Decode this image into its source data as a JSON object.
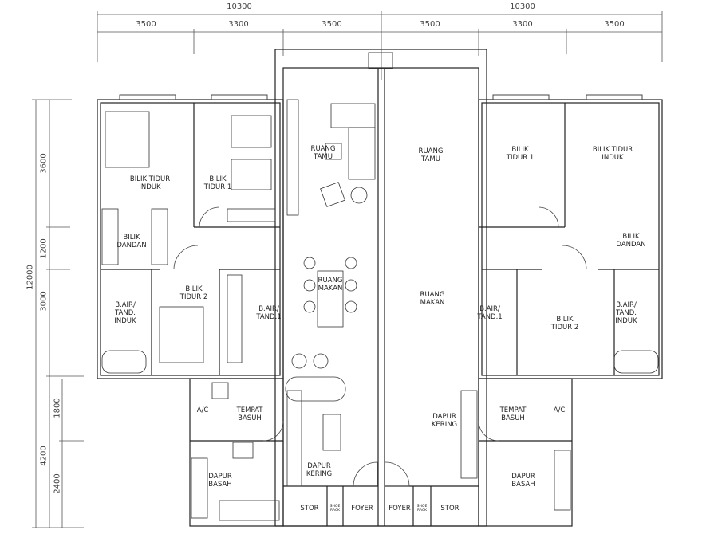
{
  "dimensions": {
    "top_total": [
      "10300",
      "10300"
    ],
    "top_spans": [
      "3500",
      "3300",
      "3500",
      "3500",
      "3300",
      "3500"
    ],
    "left_total": "12000",
    "left_spans": [
      "3600",
      "1200",
      "3000",
      "4200"
    ],
    "left_sub": [
      "1800",
      "2400"
    ]
  },
  "left_unit": {
    "rooms": [
      "BILIK TIDUR\nINDUK",
      "BILIK\nTIDUR 1",
      "RUANG\nTAMU",
      "BILIK\nDANDAN",
      "BILIK\nTIDUR 2",
      "B.AIR/\nTAND.\nINDUK",
      "B.AIR/\nTAND.1",
      "RUANG\nMAKAN",
      "A/C",
      "TEMPAT\nBASUH",
      "DAPUR\nBASAH",
      "DAPUR\nKERING",
      "STOR",
      "SHOE\nRACK",
      "FOYER"
    ]
  },
  "right_unit": {
    "rooms": [
      "RUANG\nTAMU",
      "BILIK\nTIDUR 1",
      "BILIK TIDUR\nINDUK",
      "BILIK\nDANDAN",
      "RUANG\nMAKAN",
      "B.AIR/\nTAND.1",
      "BILIK\nTIDUR 2",
      "B.AIR/\nTAND.\nINDUK",
      "DAPUR\nKERING",
      "TEMPAT\nBASUH",
      "A/C",
      "DAPUR\nBASAH",
      "FOYER",
      "SHOE\nRACK",
      "STOR"
    ]
  }
}
